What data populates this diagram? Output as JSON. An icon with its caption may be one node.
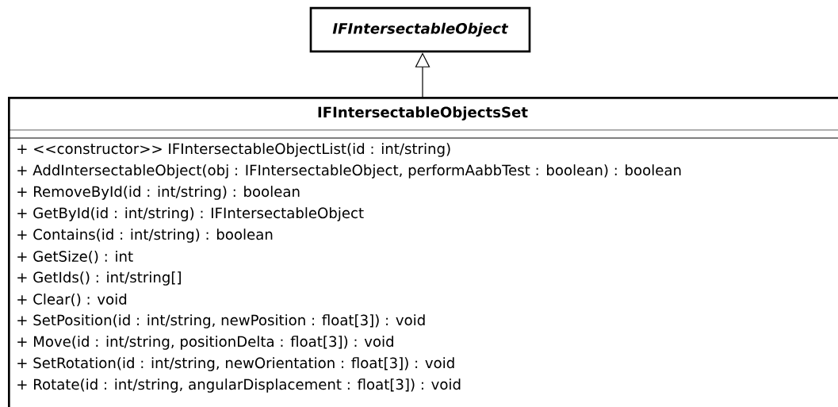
{
  "diagram": {
    "nodes": [
      {
        "text": [
          "IFIntersectableObject"
        ]
      },
      {
        "text": [
          "IFIntersectableObjectsSet",
          "+ <<constructor>> IFIntersectableObjectList(id : int/string)",
          "+ AddIntersectableObject(obj : IFIntersectableObject, performAabbTest : boolean) : boolean",
          "+ RemoveById(id : int/string) : boolean",
          "+ GetById(id : int/string) : IFIntersectableObject",
          "+ Contains(id : int/string) : boolean",
          "+ GetSize() : int",
          "+ GetIds() : int/string[]",
          "+ Clear() : void",
          "+ SetPosition(id : int/string, newPosition : float[3]) : void",
          "+ Move(id : int/string, positionDelta : float[3]) : void",
          "+ SetRotation(id : int/string, newOrientation : float[3]) : void",
          "+ Rotate(id : int/string, angularDisplacement : float[3]) : void"
        ]
      }
    ],
    "edges": [
      {
        "from": 1,
        "to": 0,
        "arrow": "to"
      }
    ]
  }
}
